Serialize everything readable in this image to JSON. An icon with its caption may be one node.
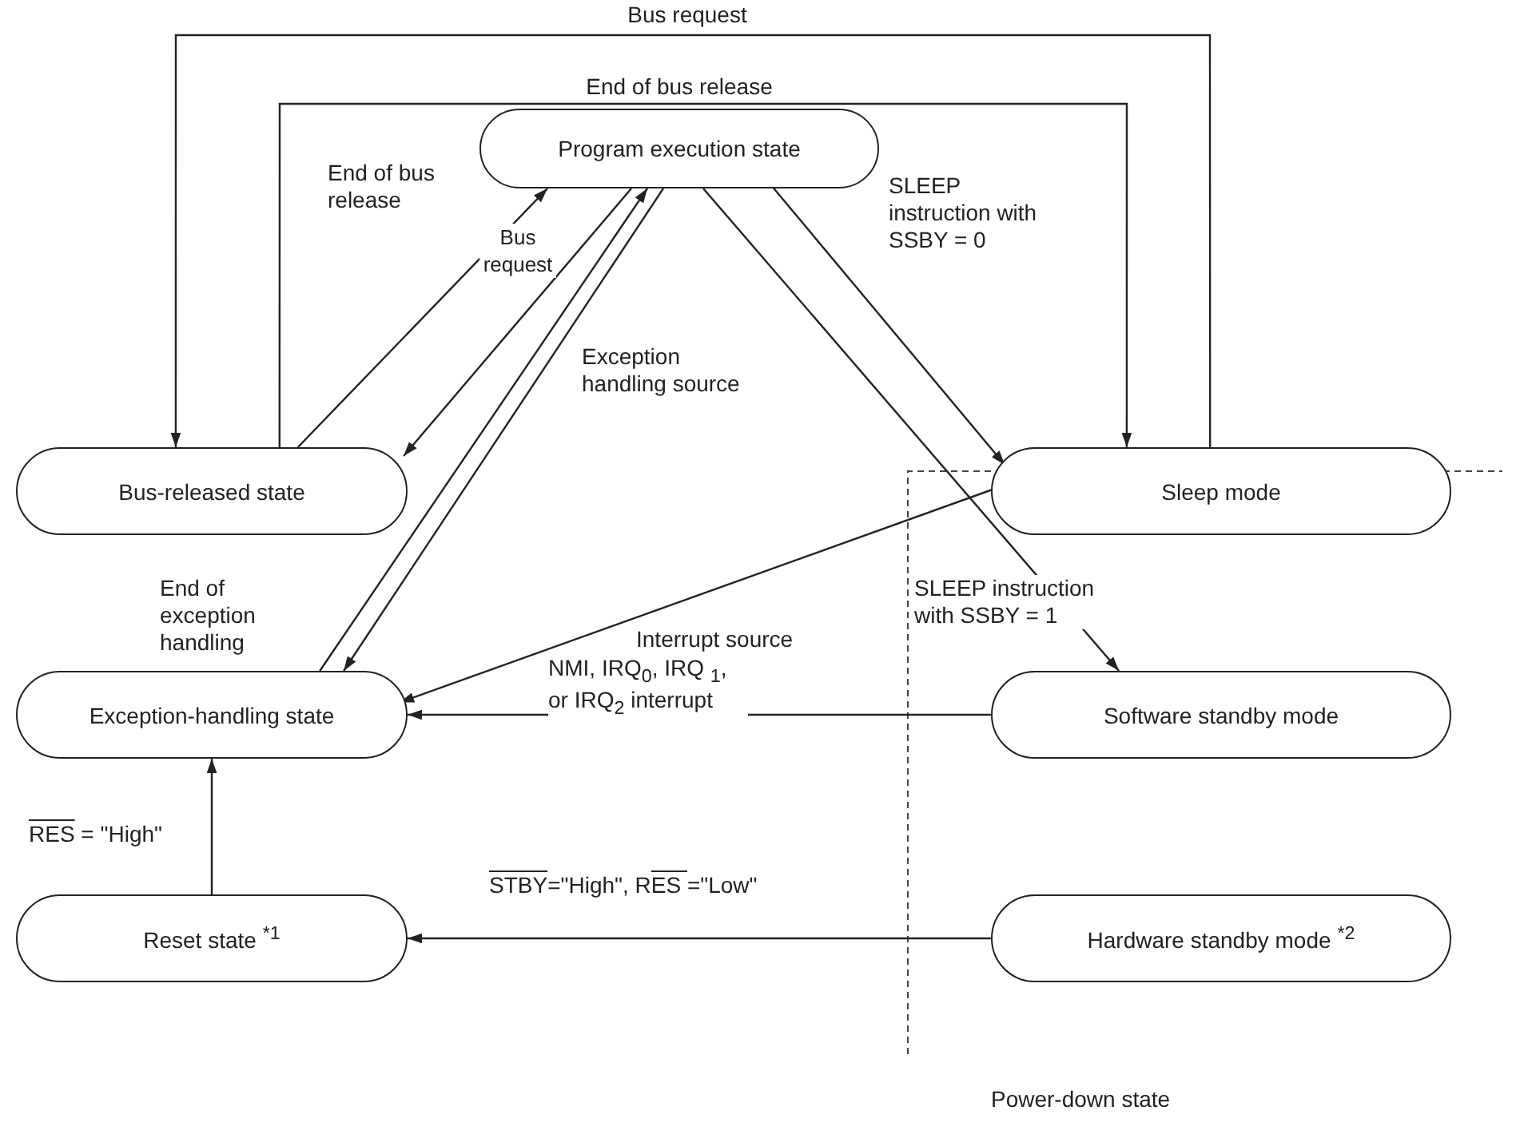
{
  "diagram": {
    "nodes": [
      {
        "text": [
          "Program execution state"
        ]
      },
      {
        "text": [
          "Bus-released state"
        ]
      },
      {
        "text": [
          "Sleep mode"
        ]
      },
      {
        "text": [
          "Exception-handling state"
        ]
      },
      {
        "text": [
          "Software standby mode"
        ]
      },
      {
        "text": [
          "Reset state $^{*1}$"
        ]
      },
      {
        "text": [
          "Hardware standby mode $^{*2}$"
        ]
      }
    ],
    "edges": [
      {
        "from": 2,
        "to": 1,
        "arrow": "to",
        "label": "Bus request"
      },
      {
        "from": 1,
        "to": 2,
        "arrow": "to",
        "label": "End of bus release"
      },
      {
        "from": 1,
        "to": 0,
        "arrow": "to",
        "label": "End of bus release"
      },
      {
        "from": 0,
        "to": 1,
        "arrow": "to",
        "label": "Bus request"
      },
      {
        "from": 3,
        "to": 0,
        "arrow": "to",
        "label": "End of exception handling"
      },
      {
        "from": 0,
        "to": 3,
        "arrow": "to",
        "label": "Exception handling source"
      },
      {
        "from": 0,
        "to": 2,
        "arrow": "to",
        "label": "SLEEP instruction with SSBY = 0"
      },
      {
        "from": 0,
        "to": 4,
        "arrow": "to",
        "label": "SLEEP instruction with SSBY = 1"
      },
      {
        "from": 2,
        "to": 3,
        "arrow": "to",
        "label": "Interrupt source"
      },
      {
        "from": 4,
        "to": 3,
        "arrow": "to",
        "label": "NMI, IRQ$_{0}$, IRQ $_{1}$, or IRQ$_{2}$ interrupt"
      },
      {
        "from": 5,
        "to": 3,
        "arrow": "to",
        "label": "RES = \"High\""
      },
      {
        "from": 6,
        "to": 5,
        "arrow": "to",
        "label": "STBY=\"High\", RES =\"Low\""
      }
    ],
    "labels": [
      "Power-down state"
    ]
  }
}
